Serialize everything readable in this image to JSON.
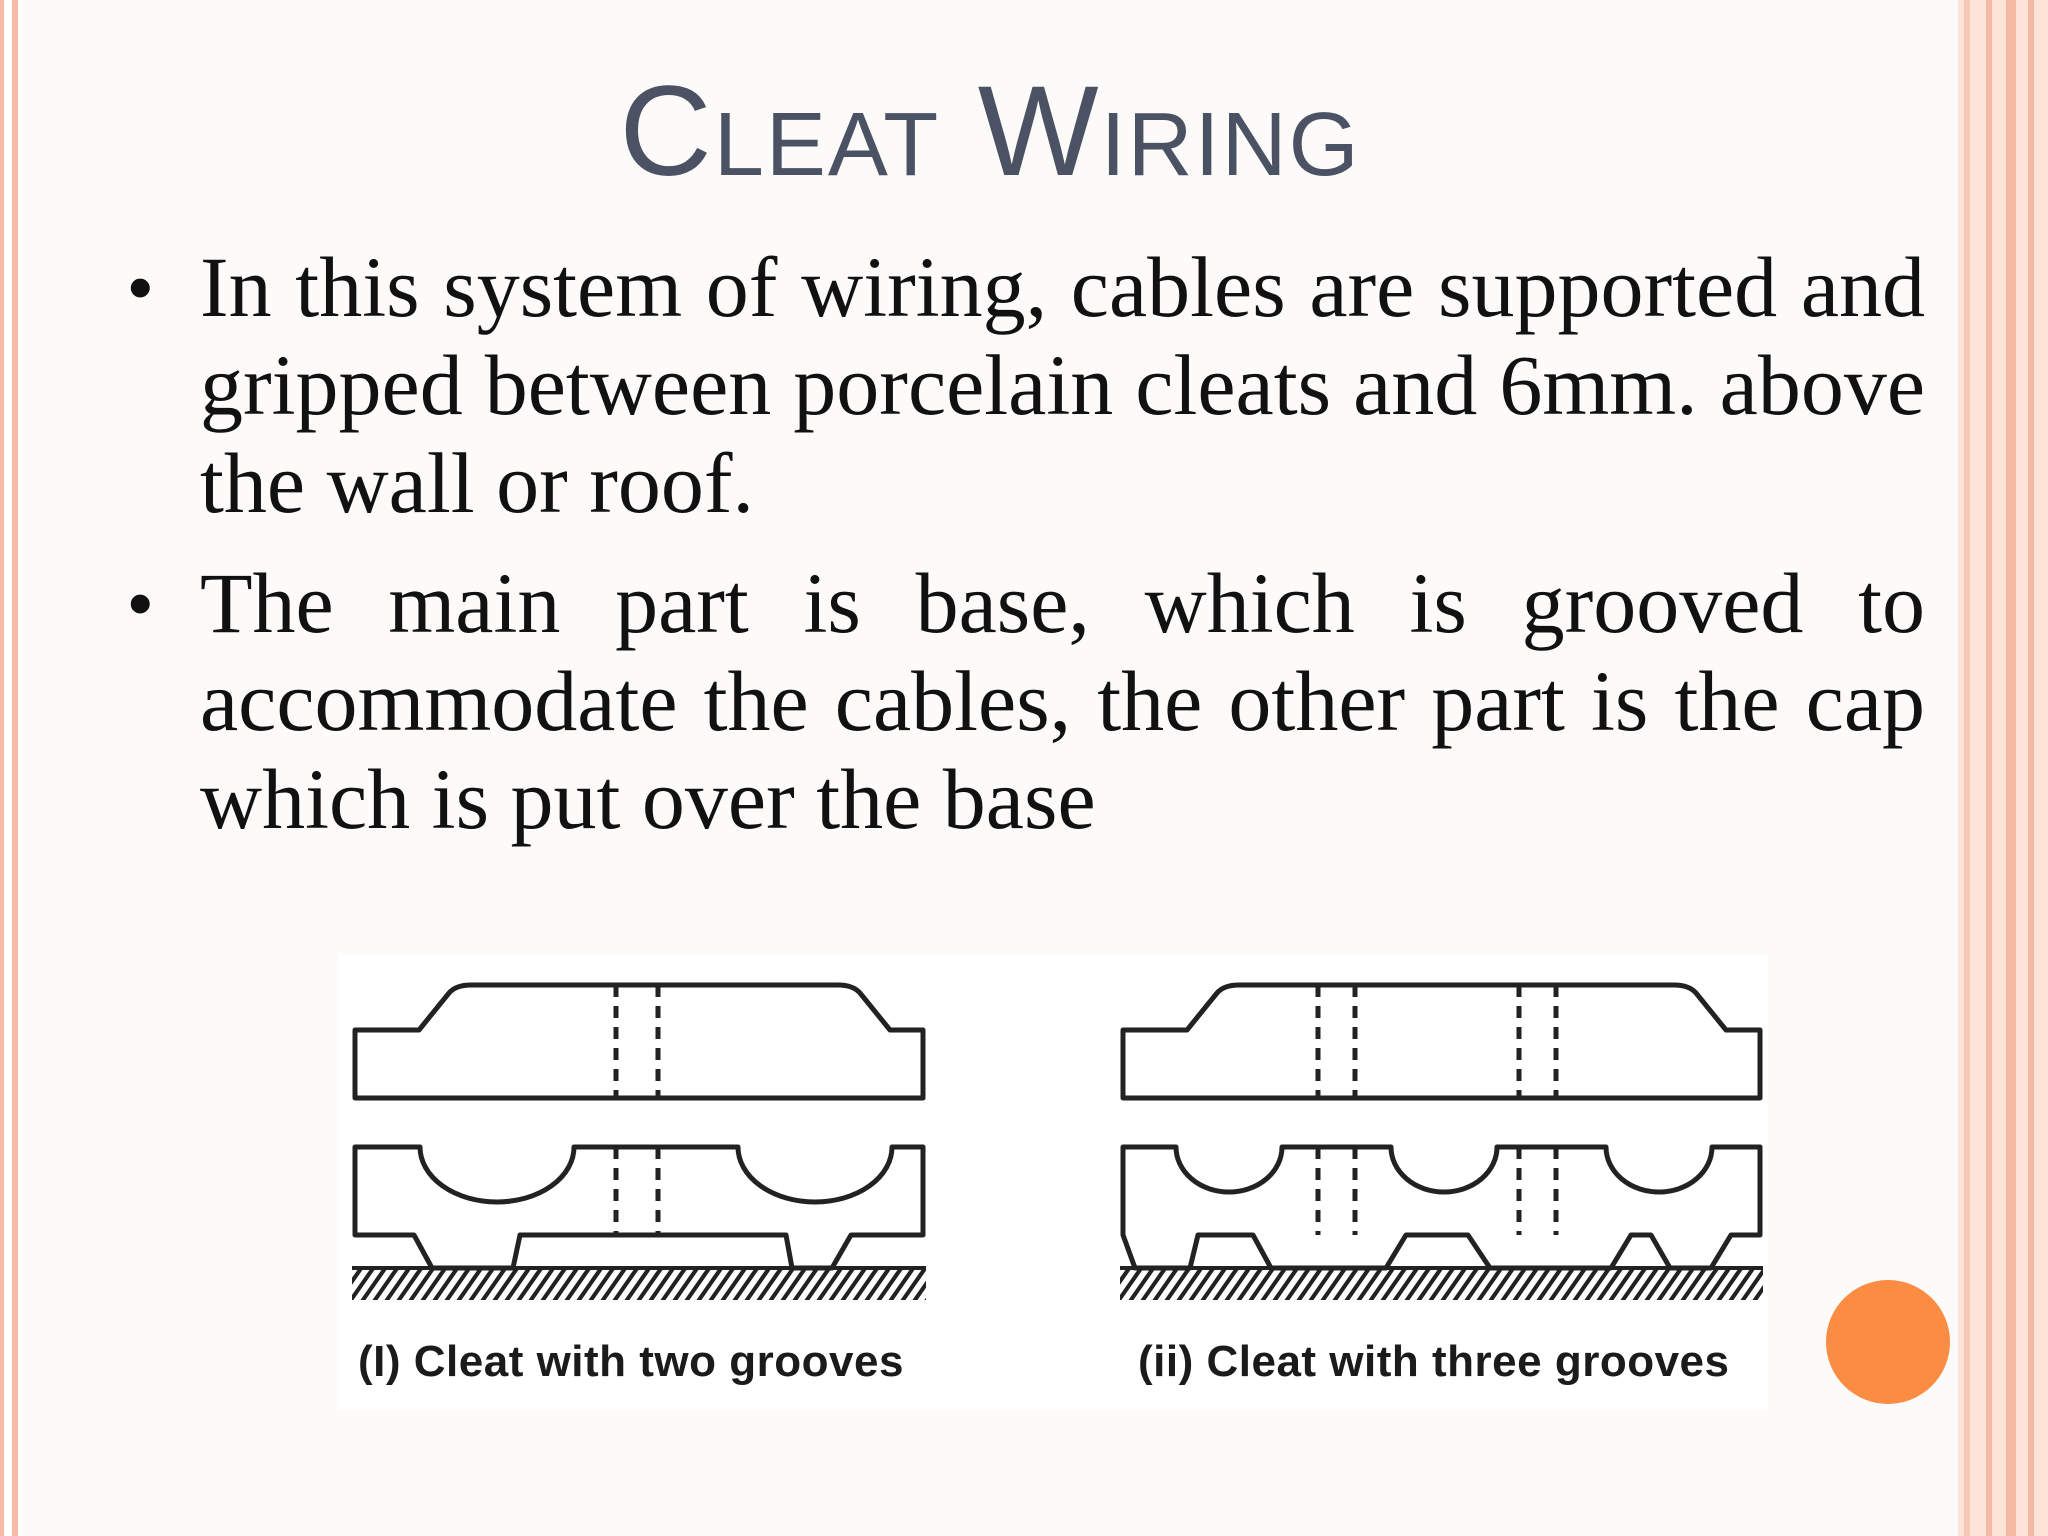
{
  "slide": {
    "title": "Cleat Wiring",
    "bullets": [
      "In this system of wiring, cables are supported and gripped between porcelain cleats and 6mm. above the wall or roof.",
      "The main part is base, which is grooved to accommodate the cables, the other part is the cap which is put over the base"
    ],
    "bullet_symbol": "•",
    "figure": {
      "caption_left": "(I) Cleat with two grooves",
      "caption_right": "(ii) Cleat with three grooves"
    },
    "colors": {
      "title": "#4a5263",
      "frame": "#f6b9a3",
      "frame_light": "#fde3d8",
      "accent_dot": "#fb8c43"
    }
  }
}
